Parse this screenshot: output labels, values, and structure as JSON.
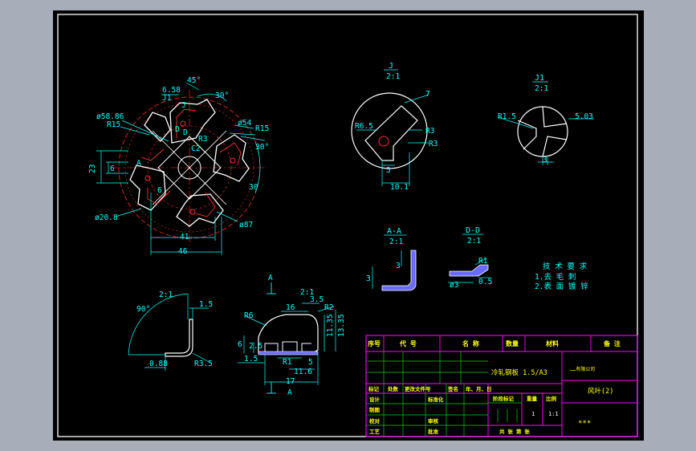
{
  "colors": {
    "background": "#a7aeb9",
    "paper": "#000000",
    "frame": "#ffffff",
    "dimension": "#00ffff",
    "part": "#ffffff",
    "hidden": "#ff3030",
    "hatch": "#6a6aff",
    "titleblock": "#ff00ff",
    "titleblock_inner": "#00cc00",
    "label": "#ffff00"
  },
  "main_view": {
    "dims": {
      "d1": "6.58",
      "d2": "45°",
      "d3": "30°",
      "d4": "J1",
      "d5": "J",
      "d6": "ø58.86",
      "d7": "R15",
      "d8": "ø54",
      "d9": "R15",
      "d10": "23",
      "d11": "6",
      "d12": "30°",
      "d13": "30",
      "d14": "D",
      "d15": "D",
      "d16": "R3",
      "d17": "C2",
      "d18": "6",
      "d19": "ø20.8",
      "d20": "ø87",
      "d21": "41",
      "d22": "46",
      "d23": "A"
    }
  },
  "detail_j": {
    "title": "J",
    "scale": "2:1",
    "dims": {
      "a": "7",
      "b": "R6.5",
      "c": "R3",
      "d": "R3",
      "e": "5",
      "f": "10.1"
    }
  },
  "detail_j1": {
    "title": "J1",
    "scale": "2:1",
    "dims": {
      "a": "R1.5",
      "b": "5.03",
      "c": "3"
    }
  },
  "section_aa": {
    "title": "A-A",
    "scale": "2:1",
    "dims": {
      "a": "3",
      "b": "3"
    }
  },
  "section_dd": {
    "title": "D-D",
    "scale": "2:1",
    "dims": {
      "a": "R1",
      "b": "ø3",
      "c": "0.5"
    }
  },
  "tech": {
    "title": "技 术 要 求",
    "line1": "1.去 毛 刺",
    "line2": "2.表 面 镀 锌"
  },
  "detail_bend": {
    "scale": "2:1",
    "dims": {
      "a": "90°",
      "b": "1.5",
      "c": "0.88",
      "d": "R3.5"
    }
  },
  "side_view": {
    "dims": {
      "a": "A",
      "b": "2:1",
      "c": "3.5",
      "d": "R2",
      "e": "R6",
      "f": "16",
      "g": "6",
      "h": "2.5",
      "i": "11.35",
      "j": "13.35",
      "k": "1.5",
      "l": "R1",
      "m": "5",
      "n": "11.6",
      "o": "17",
      "p": "A"
    }
  },
  "titleblock": {
    "h_seq": "序号",
    "h_code": "代 号",
    "h_name": "名 称",
    "h_qty": "数量",
    "h_mat": "材料",
    "h_note": "备 注",
    "material": "冷轧钢板 1.5/A3",
    "company": "……有限公司",
    "part_name": "风叶(2)",
    "drawing_no": "***",
    "r_mark": "标记",
    "r_zone": "处数",
    "r_change": "更改文件号",
    "r_sign": "签名",
    "r_date": "年、月、日",
    "r_design": "设计",
    "r_std": "标准化",
    "r_draw": "制图",
    "r_check": "校对",
    "r_review": "审核",
    "r_process": "工艺",
    "r_approve": "批准",
    "stage_mark": "阶段标记",
    "weight": "重量",
    "ratio": "比例",
    "ratio_val": "1:1",
    "qty_val": "1",
    "sheets": "共   张   第   张"
  }
}
